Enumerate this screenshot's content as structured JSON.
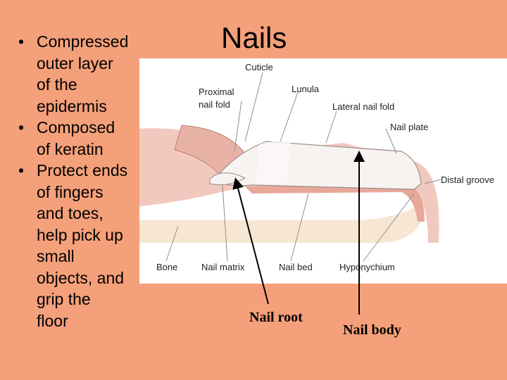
{
  "slide": {
    "title": "Nails",
    "bullets": [
      {
        "line1": "Compressed",
        "line2": "outer layer",
        "line3": "of the",
        "line4": "epidermis"
      },
      {
        "line1": "Composed",
        "line2": "of keratin"
      },
      {
        "line1": "Protect ends",
        "line2": "of fingers",
        "line3": "and toes,",
        "line4": "help pick up",
        "line5": "small",
        "line6": "objects, and",
        "line7": "grip the",
        "line8": "floor"
      }
    ],
    "bullet_glyph": "•"
  },
  "diagram": {
    "labels": {
      "cuticle": "Cuticle",
      "proximal_nail_fold_1": "Proximal",
      "proximal_nail_fold_2": "nail fold",
      "lunula": "Lunula",
      "lateral_nail_fold": "Lateral nail fold",
      "nail_plate": "Nail plate",
      "distal_groove": "Distal groove",
      "bone": "Bone",
      "nail_matrix": "Nail matrix",
      "nail_bed": "Nail bed",
      "hyponychium": "Hyponychium"
    }
  },
  "captions": {
    "nail_root": "Nail root",
    "nail_body": "Nail body"
  },
  "colors": {
    "background": "#F4A07A",
    "skin": "#F2C9BE",
    "skin_dark": "#E7A899",
    "nail": "#F7F3F1",
    "bone": "#F6E6D2"
  }
}
